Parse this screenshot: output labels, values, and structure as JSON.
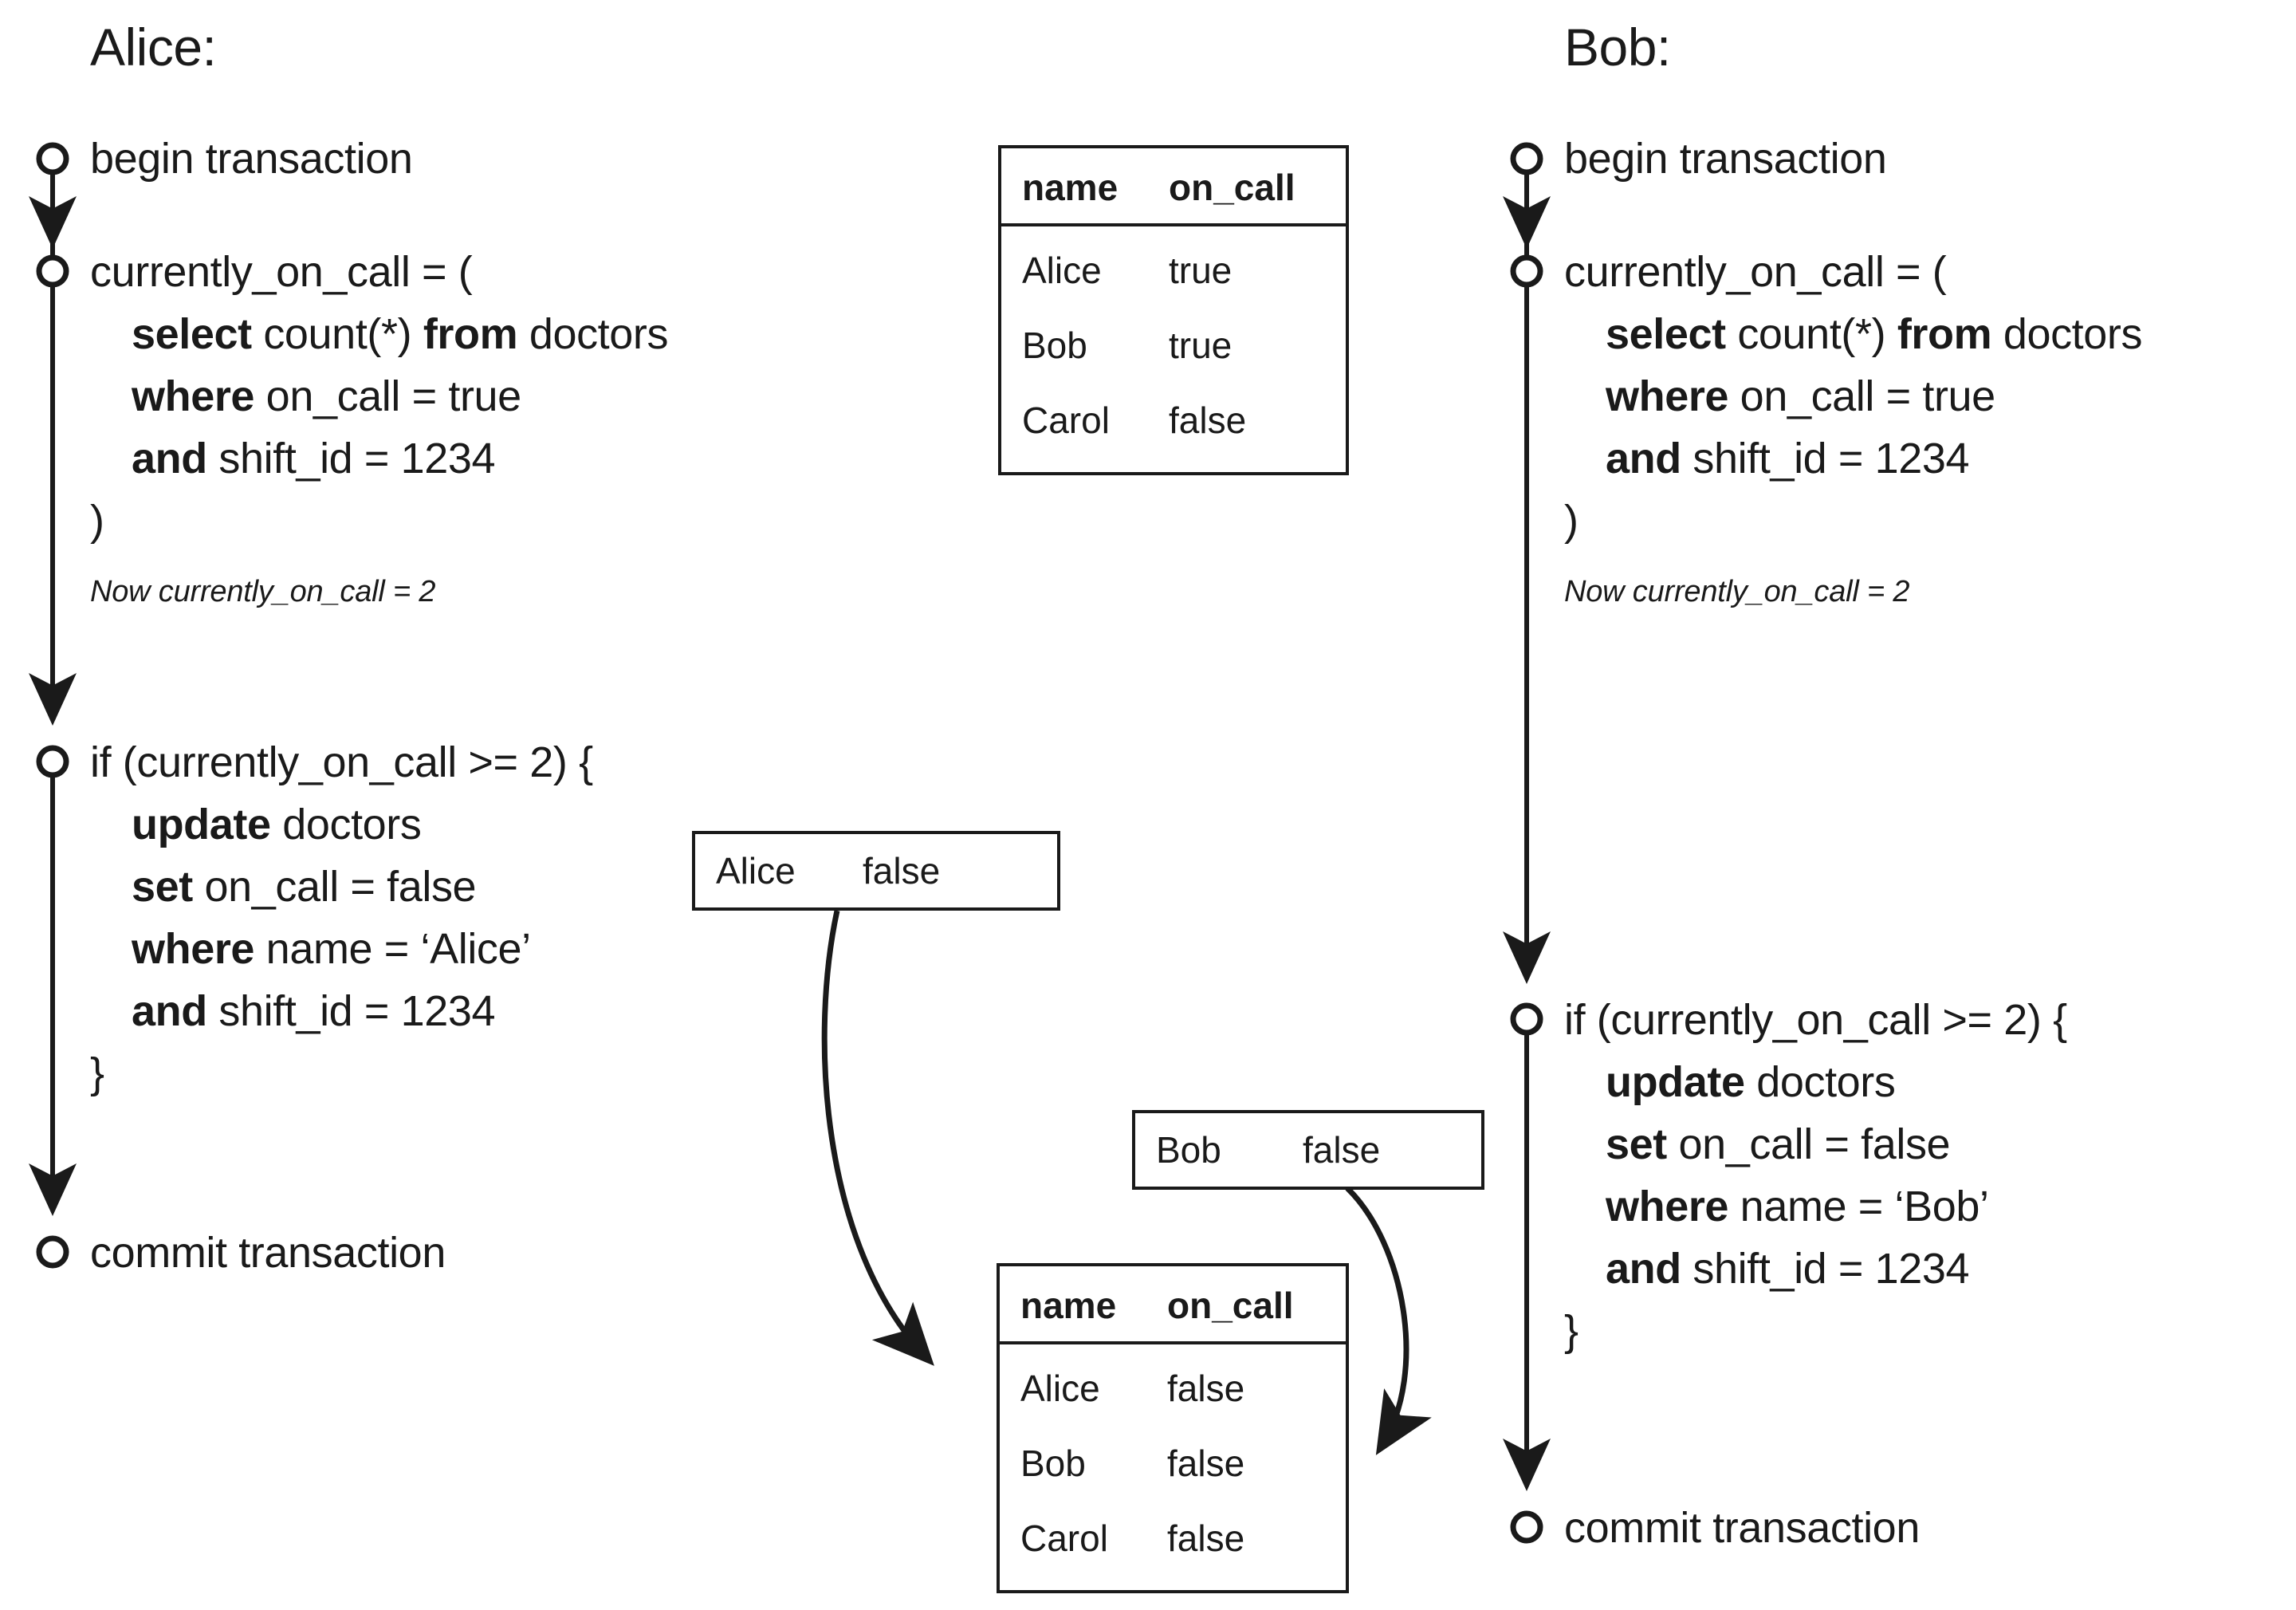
{
  "diagram": {
    "type": "sequence-diagram",
    "title_alice": "Alice:",
    "title_bob": "Bob:"
  },
  "alice": {
    "steps": [
      {
        "id": "begin",
        "lines": [
          {
            "text": "begin transaction"
          }
        ]
      },
      {
        "id": "select",
        "lines": [
          {
            "text": "currently_on_call = ("
          },
          {
            "indent": true,
            "kw": "select",
            "text": " count(*) ",
            "kw2": "from",
            "text2": " doctors"
          },
          {
            "indent": true,
            "kw": "where",
            "text": " on_call = true"
          },
          {
            "indent": true,
            "kw": "and",
            "text": " shift_id = 1234"
          },
          {
            "text": ")"
          }
        ],
        "note": "Now currently_on_call = 2"
      },
      {
        "id": "if",
        "lines": [
          {
            "text": "if (currently_on_call >= 2) {"
          },
          {
            "indent": true,
            "kw": "update",
            "text": " doctors"
          },
          {
            "indent": true,
            "kw": "set",
            "text": " on_call = false"
          },
          {
            "indent": true,
            "kw": "where",
            "text": " name = ‘Alice’"
          },
          {
            "indent": true,
            "kw": "and",
            "text": " shift_id = 1234"
          },
          {
            "text": "}"
          }
        ]
      },
      {
        "id": "commit",
        "lines": [
          {
            "text": "commit transaction"
          }
        ]
      }
    ],
    "line_begin": "begin transaction",
    "line_assign_open": "currently_on_call = (",
    "kw_select": "select",
    "txt_count": " count(*) ",
    "kw_from": "from",
    "txt_doctors": " doctors",
    "kw_where": "where",
    "txt_oncall_true": " on_call = true",
    "kw_and": "and",
    "txt_shift": " shift_id = 1234",
    "line_close_paren": ")",
    "note": "Now currently_on_call = 2",
    "line_if": "if (currently_on_call >= 2) {",
    "kw_update": "update",
    "txt_update_doctors": " doctors",
    "kw_set": "set",
    "txt_set_false": " on_call = false",
    "kw_where2": "where",
    "txt_where_name": " name = ‘Alice’",
    "kw_and2": "and",
    "txt_shift2": " shift_id = 1234",
    "line_close_brace": "}",
    "line_commit": "commit transaction"
  },
  "bob": {
    "line_begin": "begin transaction",
    "line_assign_open": "currently_on_call = (",
    "kw_select": "select",
    "txt_count": " count(*) ",
    "kw_from": "from",
    "txt_doctors": " doctors",
    "kw_where": "where",
    "txt_oncall_true": " on_call = true",
    "kw_and": "and",
    "txt_shift": " shift_id = 1234",
    "line_close_paren": ")",
    "note": "Now currently_on_call = 2",
    "line_if": "if (currently_on_call >= 2) {",
    "kw_update": "update",
    "txt_update_doctors": " doctors",
    "kw_set": "set",
    "txt_set_false": " on_call = false",
    "kw_where2": "where",
    "txt_where_name": " name = ‘Bob’",
    "kw_and2": "and",
    "txt_shift2": " shift_id = 1234",
    "line_close_brace": "}",
    "line_commit": "commit transaction"
  },
  "table_before": {
    "columns": [
      "name",
      "on_call"
    ],
    "rows": [
      {
        "name": "Alice",
        "on_call": "true"
      },
      {
        "name": "Bob",
        "on_call": "true"
      },
      {
        "name": "Carol",
        "on_call": "false"
      }
    ]
  },
  "table_after": {
    "columns": [
      "name",
      "on_call"
    ],
    "rows": [
      {
        "name": "Alice",
        "on_call": "false"
      },
      {
        "name": "Bob",
        "on_call": "false"
      },
      {
        "name": "Carol",
        "on_call": "false"
      }
    ]
  },
  "write_alice": {
    "name": "Alice",
    "on_call": "false"
  },
  "write_bob": {
    "name": "Bob",
    "on_call": "false"
  },
  "colors": {
    "ink": "#1a1a1a",
    "paper": "#ffffff"
  }
}
